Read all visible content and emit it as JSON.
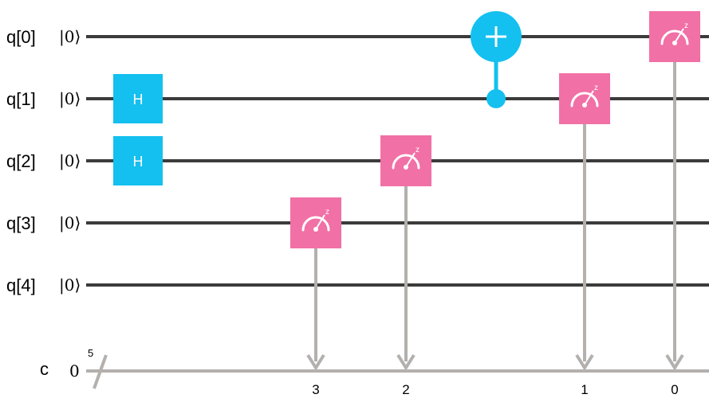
{
  "colors": {
    "wire": "#3b3b3b",
    "classical_wire": "#b3b0ad",
    "hadamard": "#13c0ef",
    "cnot": "#13c0ef",
    "measure": "#f170a6",
    "gate_text": "#ffffff"
  },
  "qubits": [
    {
      "label": "q[0]",
      "init": "|0⟩"
    },
    {
      "label": "q[1]",
      "init": "|0⟩"
    },
    {
      "label": "q[2]",
      "init": "|0⟩"
    },
    {
      "label": "q[3]",
      "init": "|0⟩"
    },
    {
      "label": "q[4]",
      "init": "|0⟩"
    }
  ],
  "classical_register": {
    "label": "c",
    "init": "0",
    "size": "5"
  },
  "gates": [
    {
      "type": "h",
      "label": "H",
      "qubit": 1,
      "step": 0
    },
    {
      "type": "h",
      "label": "H",
      "qubit": 2,
      "step": 0
    },
    {
      "type": "measure",
      "qubit": 3,
      "bit": "3",
      "step": 1,
      "icon": "meter-icon",
      "basis": "z"
    },
    {
      "type": "measure",
      "qubit": 2,
      "bit": "2",
      "step": 2,
      "icon": "meter-icon",
      "basis": "z"
    },
    {
      "type": "cnot",
      "control": 1,
      "target": 0,
      "step": 3,
      "icon": "plus-icon"
    },
    {
      "type": "measure",
      "qubit": 1,
      "bit": "1",
      "step": 4,
      "icon": "meter-icon",
      "basis": "z"
    },
    {
      "type": "measure",
      "qubit": 0,
      "bit": "0",
      "step": 5,
      "icon": "meter-icon",
      "basis": "z"
    }
  ]
}
